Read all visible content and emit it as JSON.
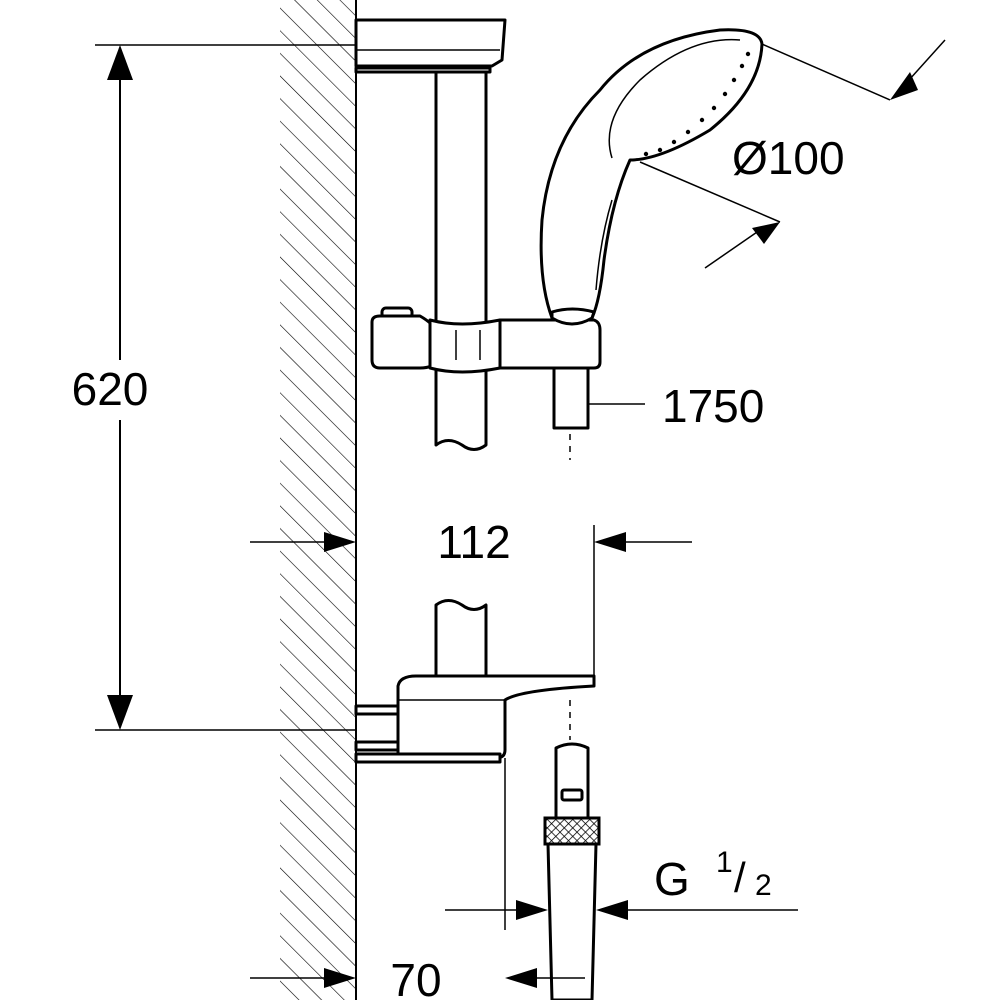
{
  "diagram": {
    "dimensions": {
      "height": "620",
      "hand_shower_diameter": "Ø100",
      "hose_length": "1750",
      "head_projection": "112",
      "bar_projection": "70",
      "thread": "G",
      "thread_num": "1",
      "thread_den": "2"
    }
  }
}
